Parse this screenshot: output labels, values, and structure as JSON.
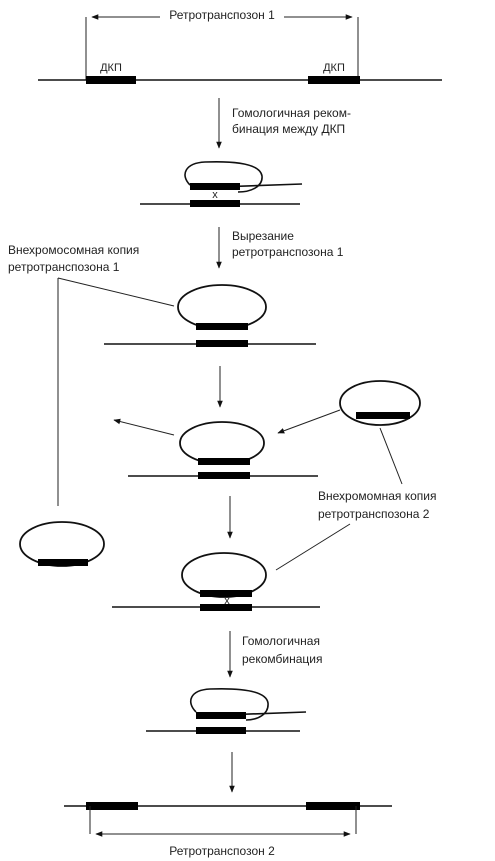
{
  "retrotransposon_1_label": "Ретротранспозон 1",
  "ltr_left_label": "ДКП",
  "ltr_right_label": "ДКП",
  "step1_text_line1": "Гомологичная реком-",
  "step1_text_line2": "бинация между ДКП",
  "step2_text_line1": "Вырезание",
  "step2_text_line2": "ретротранспозона 1",
  "extrachromosomal_copy_1_line1": "Внехромосомная копия",
  "extrachromosomal_copy_1_line2": "ретротранспозона 1",
  "extrachromosomal_copy_2_line1": "Внехромомная копия",
  "extrachromosomal_copy_2_line2": "ретротранспозона 2",
  "step3_text_line1": "Гомологичная",
  "step3_text_line2": "рекомбинация",
  "retrotransposon_2_label": "Ретротранспозон 2",
  "recombination_mark": "x"
}
